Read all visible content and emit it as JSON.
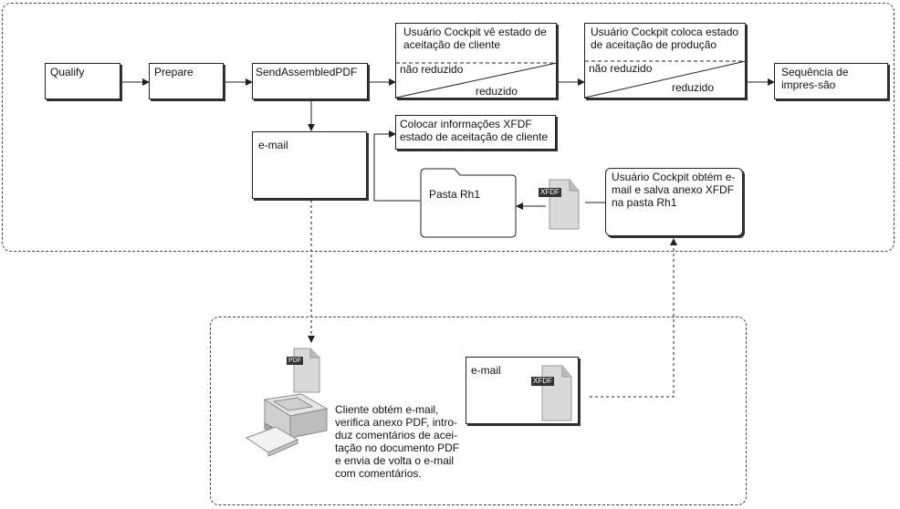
{
  "steps": {
    "qualify": "Qualify",
    "prepare": "Prepare",
    "send": "SendAssembledPDF",
    "email_top": "e-mail",
    "cockpit_client_title": "Usuário Cockpit vê estado de aceitação de cliente",
    "cockpit_production_title": "Usuário Cockpit coloca estado de aceitação de produção",
    "nao_reduzido": "não reduzido",
    "reduzido": "reduzido",
    "print_sequence": "Sequência de impres-são",
    "xfdf_info": "Colocar informações XFDF estado de aceitação de cliente",
    "folder": "Pasta Rh1",
    "cockpit_gets_email": "Usuário Cockpit obtém e-mail e salva anexo XFDF na pasta Rh1",
    "email_bottom": "e-mail",
    "client_text": "Cliente obtém e-mail, verifica anexo PDF, intro-duz comentários de acei-tação no documento PDF e envia de volta o e-mail com comentários."
  },
  "icons": {
    "xfdf": "XFDF",
    "pdf": "PDF"
  },
  "colors": {
    "line": "#222222",
    "zone_border": "#444444",
    "doc_fill": "#d9d9d9",
    "doc_tag": "#333333"
  }
}
